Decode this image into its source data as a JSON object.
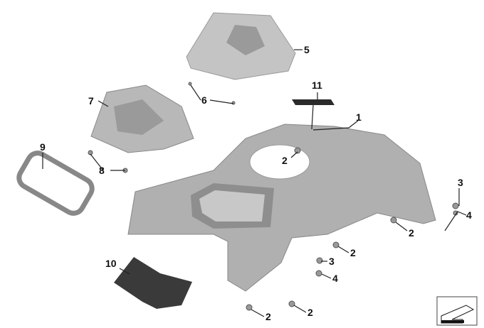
{
  "callouts": [
    {
      "id": "c1",
      "text": "1"
    },
    {
      "id": "c2a",
      "text": "2"
    },
    {
      "id": "c3a",
      "text": "3"
    },
    {
      "id": "c4a",
      "text": "4"
    },
    {
      "id": "c2b",
      "text": "2"
    },
    {
      "id": "c2c",
      "text": "2"
    },
    {
      "id": "c3b",
      "text": "3"
    },
    {
      "id": "c4b",
      "text": "4"
    },
    {
      "id": "c2d",
      "text": "2"
    },
    {
      "id": "c2e",
      "text": "2"
    },
    {
      "id": "c5",
      "text": "5"
    },
    {
      "id": "c6",
      "text": "6"
    },
    {
      "id": "c7",
      "text": "7"
    },
    {
      "id": "c8",
      "text": "8"
    },
    {
      "id": "c9",
      "text": "9"
    },
    {
      "id": "c10",
      "text": "10"
    },
    {
      "id": "c11",
      "text": "11"
    }
  ],
  "colors": {
    "part": "#b4b4b4",
    "part_dark": "#8c8c8c",
    "pad": "#3a3a3a",
    "line": "#222222"
  }
}
